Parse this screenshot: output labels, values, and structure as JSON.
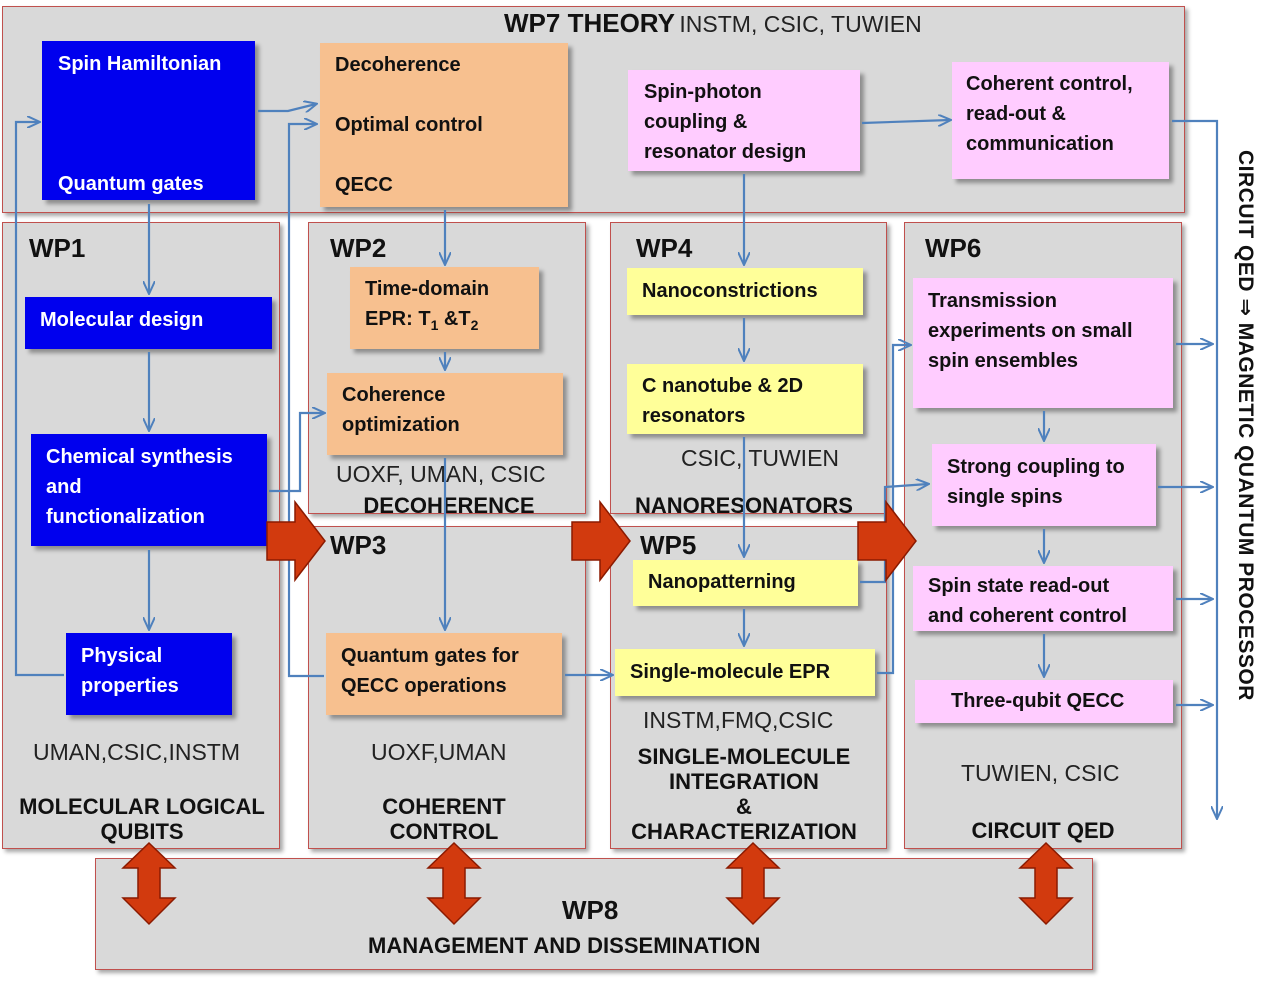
{
  "wp7": {
    "title": "WP7 THEORY",
    "partners": "INSTM, CSIC, TUWIEN",
    "boxes": {
      "spin_hamiltonian": {
        "line1": "Spin Hamiltonian",
        "line2": "Quantum gates"
      },
      "decoherence": {
        "line1": "Decoherence",
        "line2": "Optimal control",
        "line3": "QECC"
      },
      "spin_photon": {
        "line1": "Spin-photon",
        "line2": "coupling  &",
        "line3": "resonator design"
      },
      "coherent_control": {
        "line1": "Coherent control,",
        "line2": "read-out &",
        "line3": "communication"
      }
    }
  },
  "wp1": {
    "label": "WP1",
    "boxes": {
      "molecular_design": "Molecular design",
      "chemical_synthesis": {
        "line1": "Chemical synthesis",
        "line2": "and",
        "line3": "functionalization"
      },
      "physical_properties": {
        "line1": "Physical",
        "line2": "properties"
      }
    },
    "partners": "UMAN,CSIC,INSTM",
    "title_line1": "MOLECULAR LOGICAL",
    "title_line2": "QUBITS"
  },
  "wp2": {
    "label": "WP2",
    "boxes": {
      "time_domain": {
        "line1": "Time-domain",
        "line2_a": "EPR: T",
        "sub1": "1",
        "line2_b": " &T",
        "sub2": "2"
      },
      "coherence_opt": {
        "line1": "Coherence",
        "line2": "optimization"
      }
    },
    "partners": "UOXF,  UMAN, CSIC",
    "title": "DECOHERENCE"
  },
  "wp3": {
    "label": "WP3",
    "boxes": {
      "quantum_gates_qecc": {
        "line1": "Quantum gates for",
        "line2": "QECC operations"
      }
    },
    "partners": "UOXF,UMAN",
    "title_line1": "COHERENT",
    "title_line2": "CONTROL"
  },
  "wp4": {
    "label": "WP4",
    "boxes": {
      "nanoconstrictions": "Nanoconstrictions",
      "c_nanotube": {
        "line1": "C nanotube  & 2D",
        "line2": "resonators"
      }
    },
    "partners": "CSIC, TUWIEN",
    "title": "NANORESONATORS"
  },
  "wp5": {
    "label": "WP5",
    "boxes": {
      "nanopatterning": "Nanopatterning",
      "single_molecule_epr": "Single-molecule EPR"
    },
    "partners": "INSTM,FMQ,CSIC",
    "title_line1": "SINGLE-MOLECULE",
    "title_line2": "INTEGRATION",
    "title_line3": "&",
    "title_line4": "CHARACTERIZATION"
  },
  "wp6": {
    "label": "WP6",
    "boxes": {
      "transmission": {
        "line1": "Transmission",
        "line2": "experiments on small",
        "line3": "spin ensembles"
      },
      "strong_coupling": {
        "line1": "Strong coupling  to",
        "line2": "single spins"
      },
      "spin_state": {
        "line1": "Spin state read-out",
        "line2": "and coherent control"
      },
      "three_qubit": "Three-qubit QECC"
    },
    "partners": "TUWIEN, CSIC",
    "title": "CIRCUIT QED"
  },
  "wp8": {
    "label": "WP8",
    "title": "MANAGEMENT  AND DISSEMINATION"
  },
  "side_label": "CIRCUIT QED ⇒ MAGNETIC QUANTUM PROCESSOR",
  "colors": {
    "panel_fill": "#d9d9d9",
    "panel_border": "#c0504d",
    "blue_box": "#0000ee",
    "orange_box": "#f7c08f",
    "yellow_box": "#ffff99",
    "pink_box": "#ffccff",
    "connector": "#4f81bd",
    "big_arrow": "#d23a0e"
  }
}
